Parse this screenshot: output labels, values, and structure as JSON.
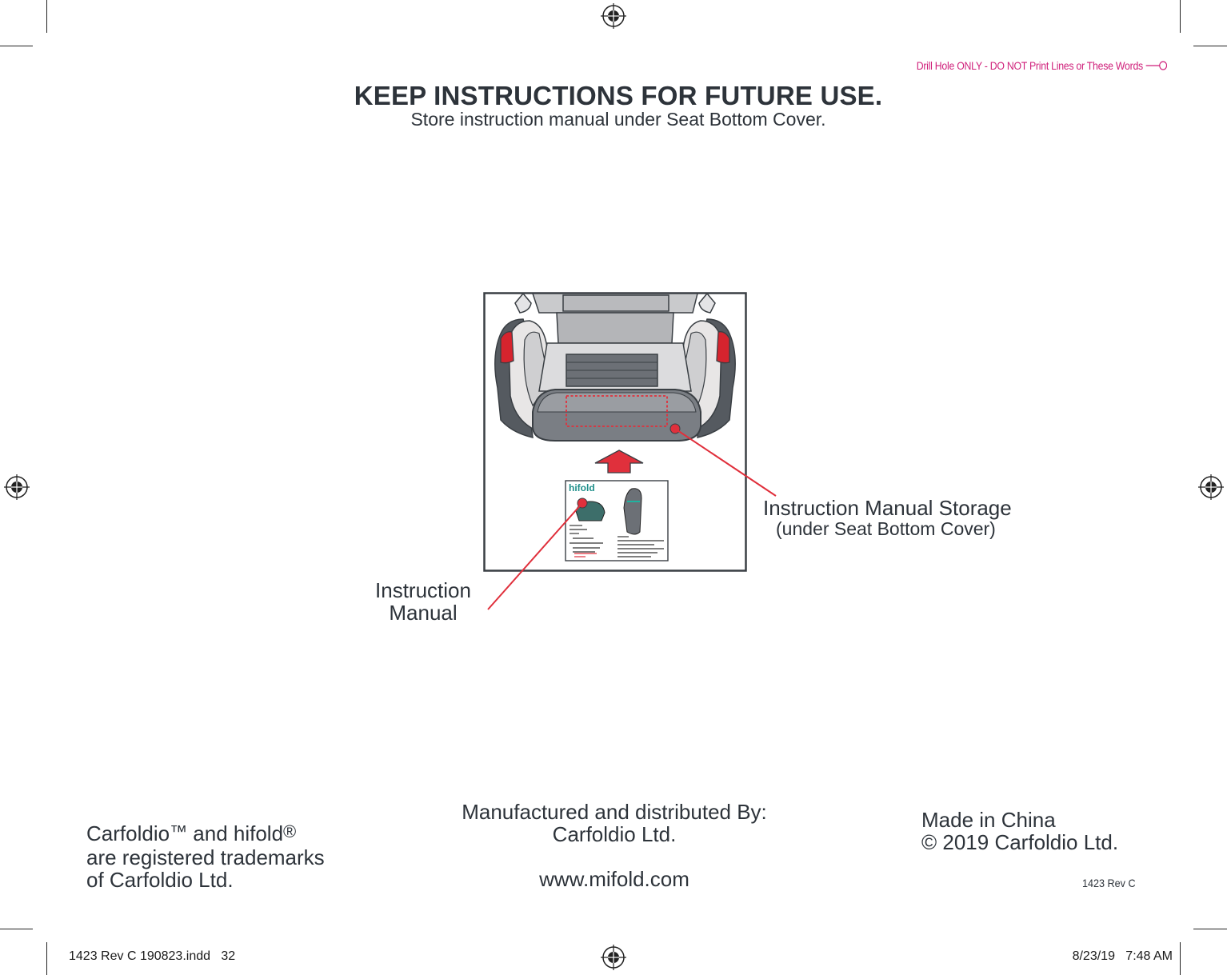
{
  "print_marks": {
    "drill_note": "Drill Hole ONLY - DO NOT Print Lines or These Words",
    "slug_left": "1423 Rev C 190823.indd   32",
    "slug_right": "8/23/19   7:48 AM"
  },
  "header": {
    "title": "KEEP INSTRUCTIONS FOR FUTURE USE.",
    "subtitle": "Store instruction manual under Seat Bottom Cover."
  },
  "illustration": {
    "booklet_brand": "hifold",
    "labels": {
      "manual": "Instruction Manual",
      "storage": "Instruction Manual Storage",
      "storage_sub": "(under Seat Bottom Cover)"
    },
    "colors": {
      "accent_red": "#e0303c",
      "outline": "#3a3f44"
    }
  },
  "footer": {
    "trademark_carfoldio": "Carfoldio",
    "trademark_tm": "™",
    "trademark_and": " and hifold",
    "trademark_reg": "®",
    "trademark_line2": "are registered trademarks",
    "trademark_line3": "of Carfoldio Ltd.",
    "manufactured_by": "Manufactured and distributed By:",
    "company": "Carfoldio Ltd.",
    "website": "www.mifold.com",
    "made_in": "Made in China",
    "copyright": "© 2019 Carfoldio Ltd.",
    "revision": "1423 Rev C"
  }
}
